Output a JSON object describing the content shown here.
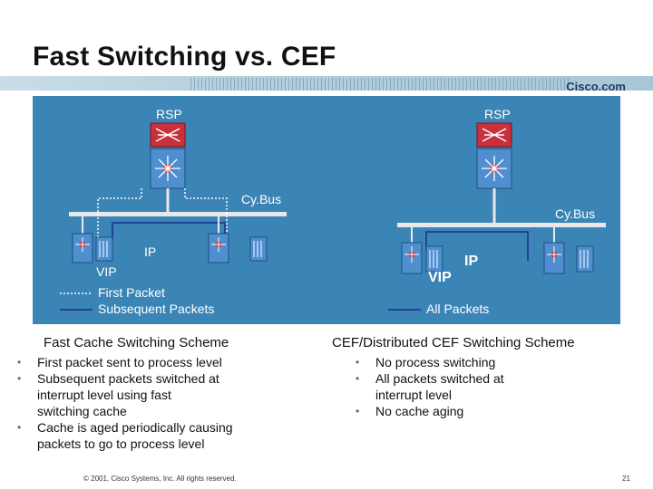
{
  "slide": {
    "title": "Fast Switching vs. CEF",
    "logo": "Cisco.com",
    "copyright": "© 2001, Cisco Systems, Inc. All rights reserved.",
    "page_number": "21"
  },
  "left_panel": {
    "rsp_label": "RSP",
    "bus_label": "Cy.Bus",
    "ip_label": "IP",
    "vip_label": "VIP",
    "legend_dotted": "First Packet",
    "legend_solid": "Subsequent Packets",
    "scheme_title": "Fast Cache Switching Scheme",
    "bullets": [
      "First packet sent to process level",
      "Subsequent packets switched at",
      "interrupt level using fast",
      "switching cache",
      "Cache is aged periodically causing",
      "packets to go to process level"
    ]
  },
  "right_panel": {
    "rsp_label": "RSP",
    "bus_label": "Cy.Bus",
    "ip_label": "IP",
    "vip_label": "VIP",
    "legend_solid": "All Packets",
    "scheme_title": "CEF/Distributed CEF Switching Scheme",
    "bullets": [
      "No process switching",
      "All packets switched at",
      "interrupt level",
      "No cache aging"
    ]
  },
  "colors": {
    "panel_bg": "#3b84b6",
    "router_red": "#c8303c",
    "switch_blue": "#4f8fd0",
    "bus_grey": "#e8e8e8",
    "path_blue": "#1a2f8a",
    "bullet_blue": "#3f6fa0"
  }
}
